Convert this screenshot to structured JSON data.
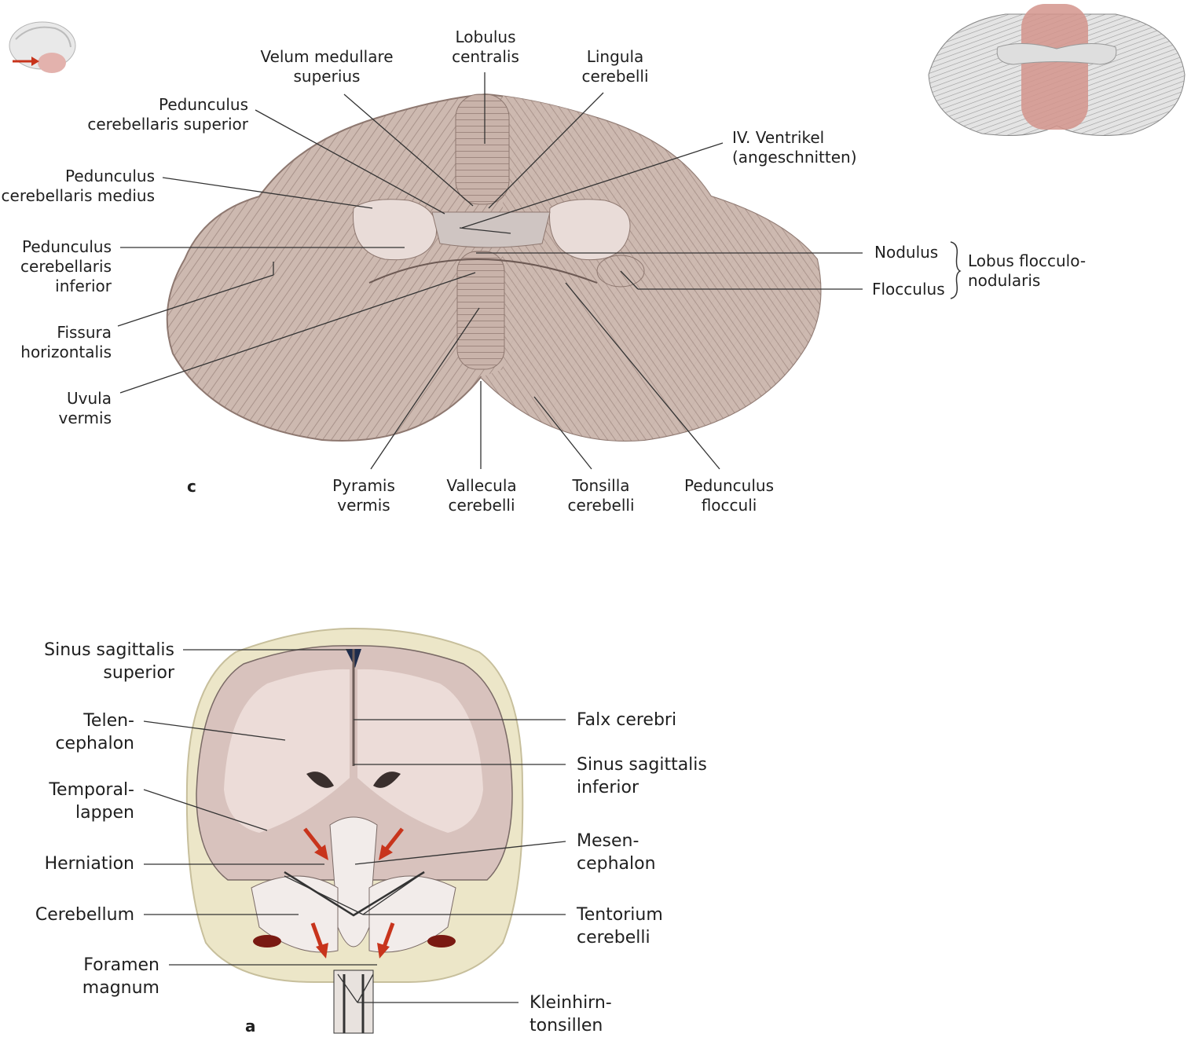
{
  "figure_c": {
    "panel_letter": "c",
    "labels": {
      "lobulus_centralis": "Lobulus\ncentralis",
      "velum_medullare_superius": "Velum medullare\nsuperius",
      "lingula_cerebelli": "Lingula\ncerebelli",
      "pedunculus_cerebellaris_superior": "Pedunculus\ncerebellaris superior",
      "iv_ventrikel": "IV. Ventrikel\n(angeschnitten)",
      "pedunculus_cerebellaris_medius": "Pedunculus\ncerebellaris medius",
      "pedunculus_cerebellaris_inferior": "Pedunculus\ncerebellaris\ninferior",
      "nodulus": "Nodulus",
      "flocculus": "Flocculus",
      "lobus_flocculonodularis": "Lobus flocculo-\nnodularis",
      "fissura_horizontalis": "Fissura\nhorizontalis",
      "uvula_vermis": "Uvula\nvermis",
      "pyramis_vermis": "Pyramis\nvermis",
      "vallecula_cerebelli": "Vallecula\ncerebelli",
      "tonsilla_cerebelli": "Tonsilla\ncerebelli",
      "pedunculus_flocculi": "Pedunculus\nflocculi"
    }
  },
  "figure_a": {
    "panel_letter": "a",
    "labels": {
      "sinus_sagittalis_superior": "Sinus sagittalis\nsuperior",
      "telencephalon": "Telen-\ncephalon",
      "temporallappen": "Temporal-\nlappen",
      "herniation": "Herniation",
      "cerebellum": "Cerebellum",
      "foramen_magnum": "Foramen\nmagnum",
      "falx_cerebri": "Falx cerebri",
      "sinus_sagittalis_inferior": "Sinus sagittalis\ninferior",
      "mesencephalon": "Mesen-\ncephalon",
      "tentorium_cerebelli": "Tentorium\ncerebelli",
      "kleinhirntonsillen": "Kleinhirn-\ntonsillen"
    }
  },
  "colors": {
    "cerebellum": "#cdb9b0",
    "cerebellum_shadow": "#a8928a",
    "bone": "#ece6c8",
    "brain_cortex": "#d8c2bd",
    "white_matter": "#ecdcd8",
    "arrow": "#c8341c",
    "leader": "#333333"
  }
}
